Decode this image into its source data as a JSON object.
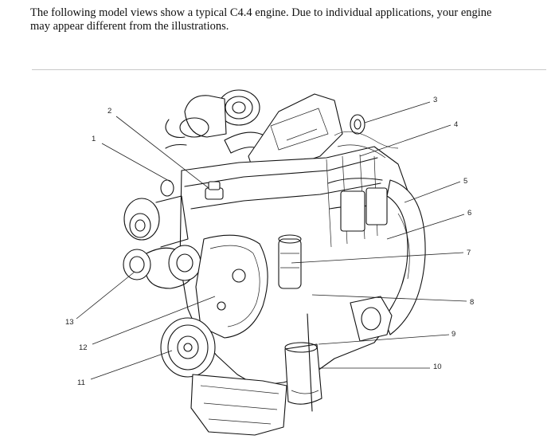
{
  "intro": {
    "line1": "The following model views show a typical C4.4 engine. Due to individual applications, your engine",
    "line2": "may appear different from the illustrations."
  },
  "callouts": [
    {
      "number": "1"
    },
    {
      "number": "2"
    },
    {
      "number": "3"
    },
    {
      "number": "4"
    },
    {
      "number": "5"
    },
    {
      "number": "6"
    },
    {
      "number": "7"
    },
    {
      "number": "8"
    },
    {
      "number": "9"
    },
    {
      "number": "10"
    },
    {
      "number": "11"
    },
    {
      "number": "12"
    },
    {
      "number": "13"
    }
  ],
  "figure": {
    "icon": "engine-line-drawing",
    "ink_color": "#111111",
    "background": "#ffffff"
  }
}
